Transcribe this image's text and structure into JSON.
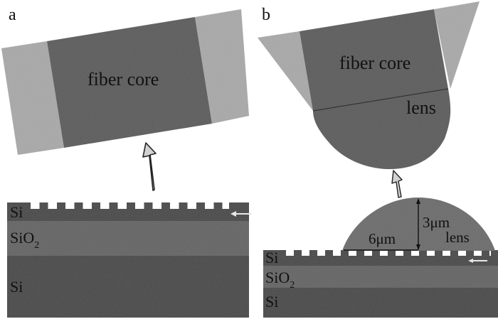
{
  "figure": {
    "panels": [
      {
        "id": "a",
        "letter": "a",
        "fiber": {
          "core_label": "fiber core"
        },
        "chip": {
          "layers": [
            {
              "name": "Si",
              "label": "Si"
            },
            {
              "name": "SiO2",
              "label": "SiO",
              "subscript": "2"
            },
            {
              "name": "Si-substrate",
              "label": "Si"
            }
          ]
        }
      },
      {
        "id": "b",
        "letter": "b",
        "fiber": {
          "core_label": "fiber core",
          "lens_label": "lens"
        },
        "chip": {
          "lens_label": "lens",
          "lens_radius_label": "6μm",
          "lens_height_label": "3μm",
          "layers": [
            {
              "name": "Si",
              "label": "Si"
            },
            {
              "name": "SiO2",
              "label": "SiO",
              "subscript": "2"
            },
            {
              "name": "Si-substrate",
              "label": "Si"
            }
          ]
        }
      }
    ],
    "colors": {
      "core": "#555555",
      "cladding": "#a8a8a8",
      "si": "#3e3e3e",
      "sio2": "#5e5e5e",
      "lens": "#5a5a5a",
      "arrow_fill": "#d2d2d2",
      "text": "#111111"
    }
  }
}
